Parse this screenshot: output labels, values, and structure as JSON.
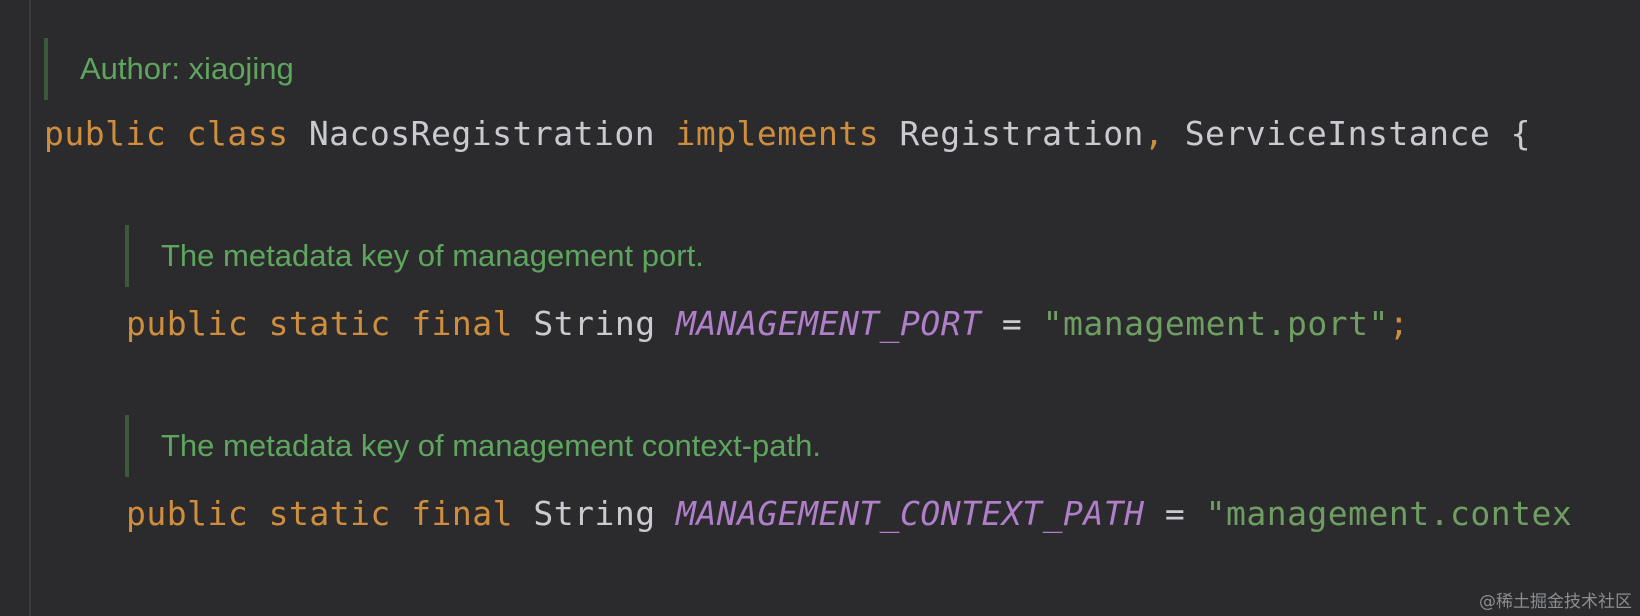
{
  "editor": {
    "doc_author": "Author: xiaojing",
    "class_decl": {
      "kw_public": "public",
      "kw_class": "class",
      "class_name": "NacosRegistration",
      "kw_implements": "implements",
      "iface1": "Registration",
      "comma": ",",
      "iface2": "ServiceInstance",
      "brace": "{"
    },
    "doc_port": "The metadata key of management port.",
    "field_port": {
      "kw_public": "public",
      "kw_static": "static",
      "kw_final": "final",
      "type": "String",
      "name": "MANAGEMENT_PORT",
      "equals": "=",
      "value": "\"management.port\"",
      "semicolon": ";"
    },
    "doc_context": "The metadata key of management context-path.",
    "field_context": {
      "kw_public": "public",
      "kw_static": "static",
      "kw_final": "final",
      "type": "String",
      "name": "MANAGEMENT_CONTEXT_PATH",
      "equals": "=",
      "value": "\"management.contex"
    }
  },
  "watermark": "@稀土掘金技术社区",
  "colors": {
    "background": "#2b2b2d",
    "keyword": "#cf8e3e",
    "doc_comment": "#5ea55e",
    "constant": "#b07fc9",
    "string": "#6f9e63",
    "plain": "#c9cbd0"
  }
}
